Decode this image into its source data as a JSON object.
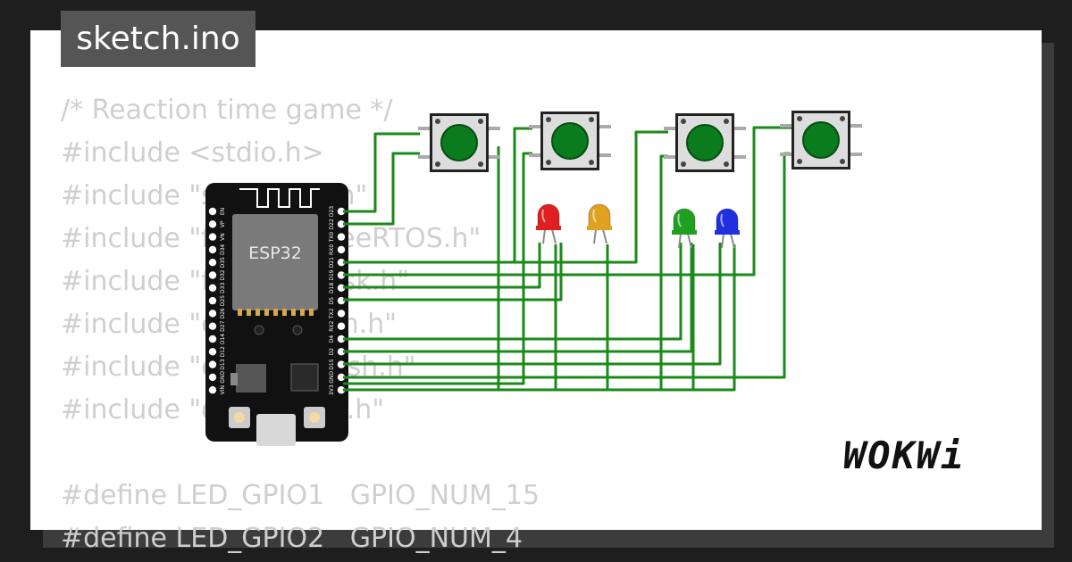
{
  "file": {
    "name": "sketch.ino"
  },
  "code_lines": [
    "/* Reaction time game */",
    "#include <stdio.h>",
    "#include \"sdkconfig.h\"",
    "#include \"freertos/FreeRTOS.h\"",
    "#include \"freertos/task.h\"",
    "#include \"esp_system.h\"",
    "#include \"esp_spi_flash.h\"",
    "#include \"driver/gpio.h\"",
    "",
    "#define LED_GPIO1   GPIO_NUM_15",
    "#define LED_GPIO2   GPIO_NUM_4"
  ],
  "board": {
    "label": "ESP32",
    "left_pins": [
      "EN",
      "VP",
      "VN",
      "D34",
      "D35",
      "D32",
      "D33",
      "D25",
      "D26",
      "D27",
      "D14",
      "D12",
      "D13",
      "GND",
      "VIN"
    ],
    "right_pins": [
      "D23",
      "D22",
      "TX0",
      "RX0",
      "D21",
      "D19",
      "D18",
      "D5",
      "TX2",
      "RX2",
      "D4",
      "D2",
      "D15",
      "GND",
      "3V3"
    ]
  },
  "buttons": [
    {
      "name": "button-1",
      "color": "#0a7c1e"
    },
    {
      "name": "button-2",
      "color": "#0a7c1e"
    },
    {
      "name": "button-3",
      "color": "#0a7c1e"
    },
    {
      "name": "button-4",
      "color": "#0a7c1e"
    }
  ],
  "leds": [
    {
      "name": "led-red",
      "color": "#e02020"
    },
    {
      "name": "led-yellow",
      "color": "#e0a020"
    },
    {
      "name": "led-green",
      "color": "#20a020"
    },
    {
      "name": "led-blue",
      "color": "#2030e0"
    }
  ],
  "wire_color": "#1a8a1a",
  "brand": {
    "logo": "WOKWi"
  }
}
